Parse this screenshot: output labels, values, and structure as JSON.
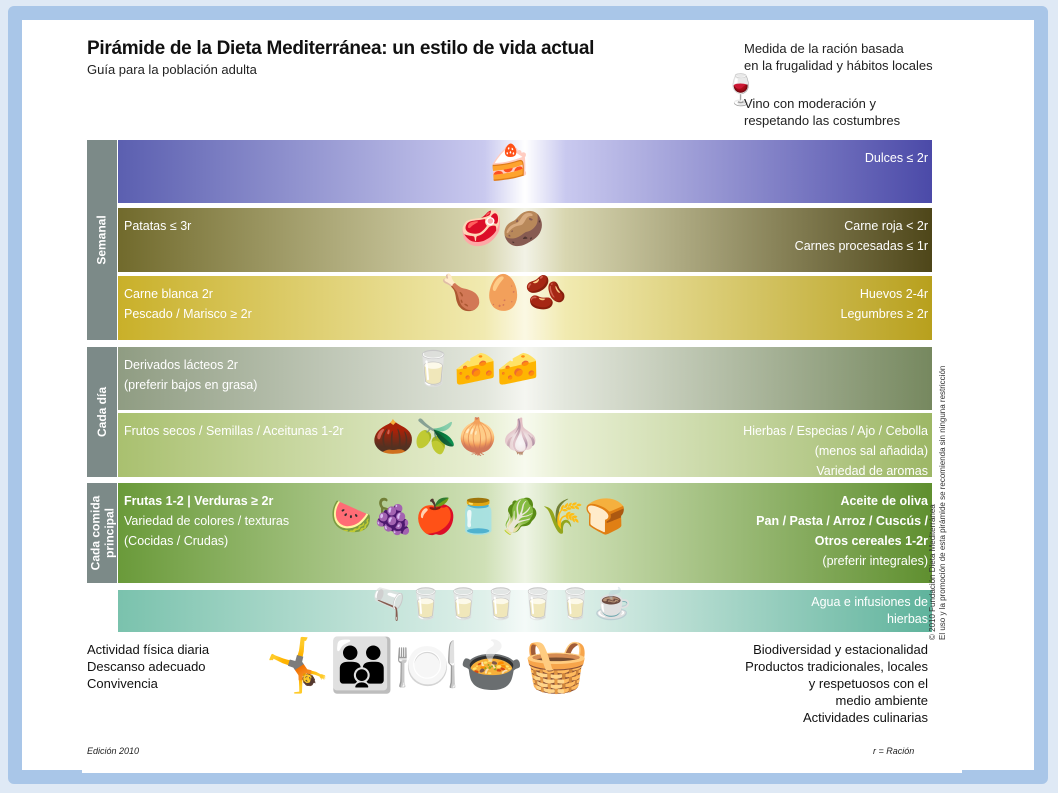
{
  "header": {
    "title": "Pirámide de la Dieta Mediterránea: un estilo de vida actual",
    "subtitle": "Guía para la población adulta"
  },
  "notes": {
    "portion": [
      "Medida de la ración basada",
      "en la frugalidad y hábitos locales"
    ],
    "wine": [
      "Vino con moderación y",
      "respetando las costumbres"
    ]
  },
  "groups": {
    "weekly": "Semanal",
    "daily": "Cada día",
    "main_meal": [
      "Cada comida",
      "principal"
    ]
  },
  "bands": [
    {
      "left": [],
      "right": [
        "Dulces ≤ 2r"
      ]
    },
    {
      "left": [
        "Patatas ≤ 3r"
      ],
      "right": [
        "Carne roja < 2r",
        "Carnes procesadas ≤ 1r"
      ]
    },
    {
      "left": [
        "Carne blanca 2r",
        "Pescado / Marisco ≥ 2r"
      ],
      "right": [
        "Huevos 2-4r",
        "Legumbres ≥ 2r"
      ]
    },
    {
      "left": [
        "Derivados lácteos 2r",
        "(preferir bajos en grasa)"
      ],
      "right": []
    },
    {
      "left": [
        "Frutos secos / Semillas / Aceitunas 1-2r"
      ],
      "right": [
        "Hierbas / Especias / Ajo / Cebolla",
        "(menos sal añadida)",
        "Variedad de aromas"
      ]
    },
    {
      "left": [
        "Frutas 1-2 | Verduras ≥ 2r",
        "Variedad de colores / texturas",
        "(Cocidas / Crudas)"
      ],
      "right": [
        "Aceite de oliva",
        "Pan / Pasta / Arroz / Cuscús /",
        "Otros cereales 1-2r",
        "(preferir integrales)"
      ]
    },
    {
      "left": [],
      "right": [
        "Agua e infusiones de",
        "hierbas"
      ]
    }
  ],
  "bottom_left": [
    "Actividad física diaria",
    "Descanso adecuado",
    "Convivencia"
  ],
  "bottom_right": [
    "Biodiversidad y estacionalidad",
    "Productos tradicionales, locales",
    "y respetuosos con el",
    "medio ambiente",
    "Actividades culinarias"
  ],
  "footer": {
    "edition": "Edición 2010",
    "legend": "r = Ración"
  },
  "copyright": [
    "© 2010 Fundación Dieta Mediterránea",
    "El uso y la promoción de esta pirámide se recomienda sin ninguna restricción"
  ]
}
